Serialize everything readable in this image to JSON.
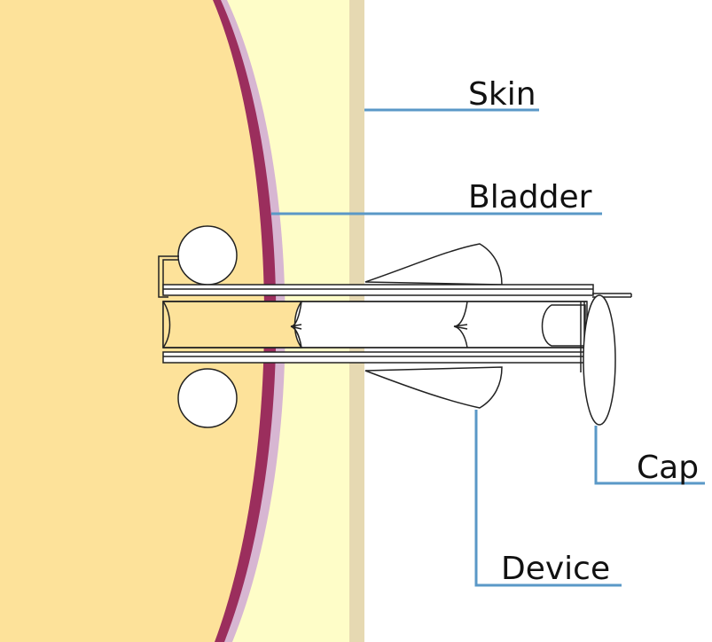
{
  "labels": {
    "skin": "Skin",
    "bladder": "Bladder",
    "device": "Device",
    "cap": "Cap"
  },
  "colors": {
    "interior": "#fde29a",
    "wall_outer": "#9b2e5d",
    "wall_inner": "#d7b6d2",
    "tissue": "#fefdc8",
    "skin": "#e6d9b2",
    "leader": "#5a98c7",
    "outline": "#222222"
  }
}
